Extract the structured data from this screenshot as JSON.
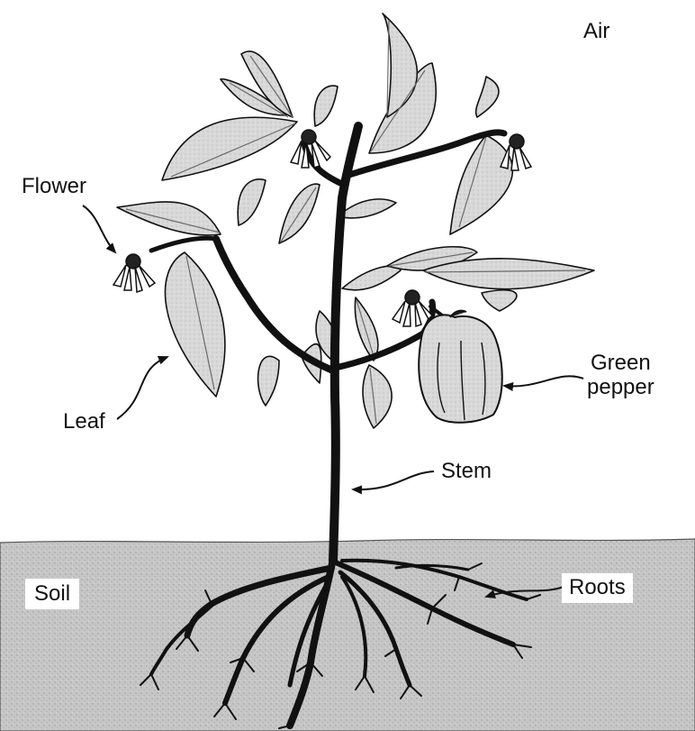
{
  "labels": {
    "air": "Air",
    "flower": "Flower",
    "leaf": "Leaf",
    "green_pepper_line1": "Green",
    "green_pepper_line2": "pepper",
    "stem": "Stem",
    "soil": "Soil",
    "roots": "Roots"
  },
  "colors": {
    "plant_ink": "#111111",
    "leaf_fill": "#d6d6d6",
    "soil_fill": "#c8c8c8",
    "background": "#ffffff"
  }
}
